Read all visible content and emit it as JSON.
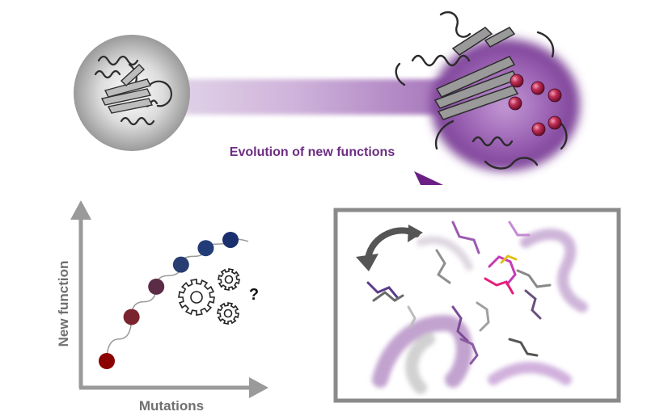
{
  "caption": "Evolution of new functions",
  "plot": {
    "x_label": "Mutations",
    "y_label": "New function",
    "gears_label": "?"
  },
  "chart_data": {
    "type": "scatter",
    "x": [
      1,
      2,
      3,
      4,
      5,
      6
    ],
    "values": [
      1.0,
      2.6,
      3.7,
      4.5,
      5.1,
      5.4
    ],
    "point_colors": [
      "#8b0000",
      "#7a2430",
      "#5a2c45",
      "#283d72",
      "#223c78",
      "#1a2f6e"
    ]
  },
  "colors": {
    "purple_accent": "#8a5a9e",
    "caption_text": "#6c2d82",
    "axis_gray": "#9a9a9a",
    "mutation_sphere": "#b2274d"
  }
}
